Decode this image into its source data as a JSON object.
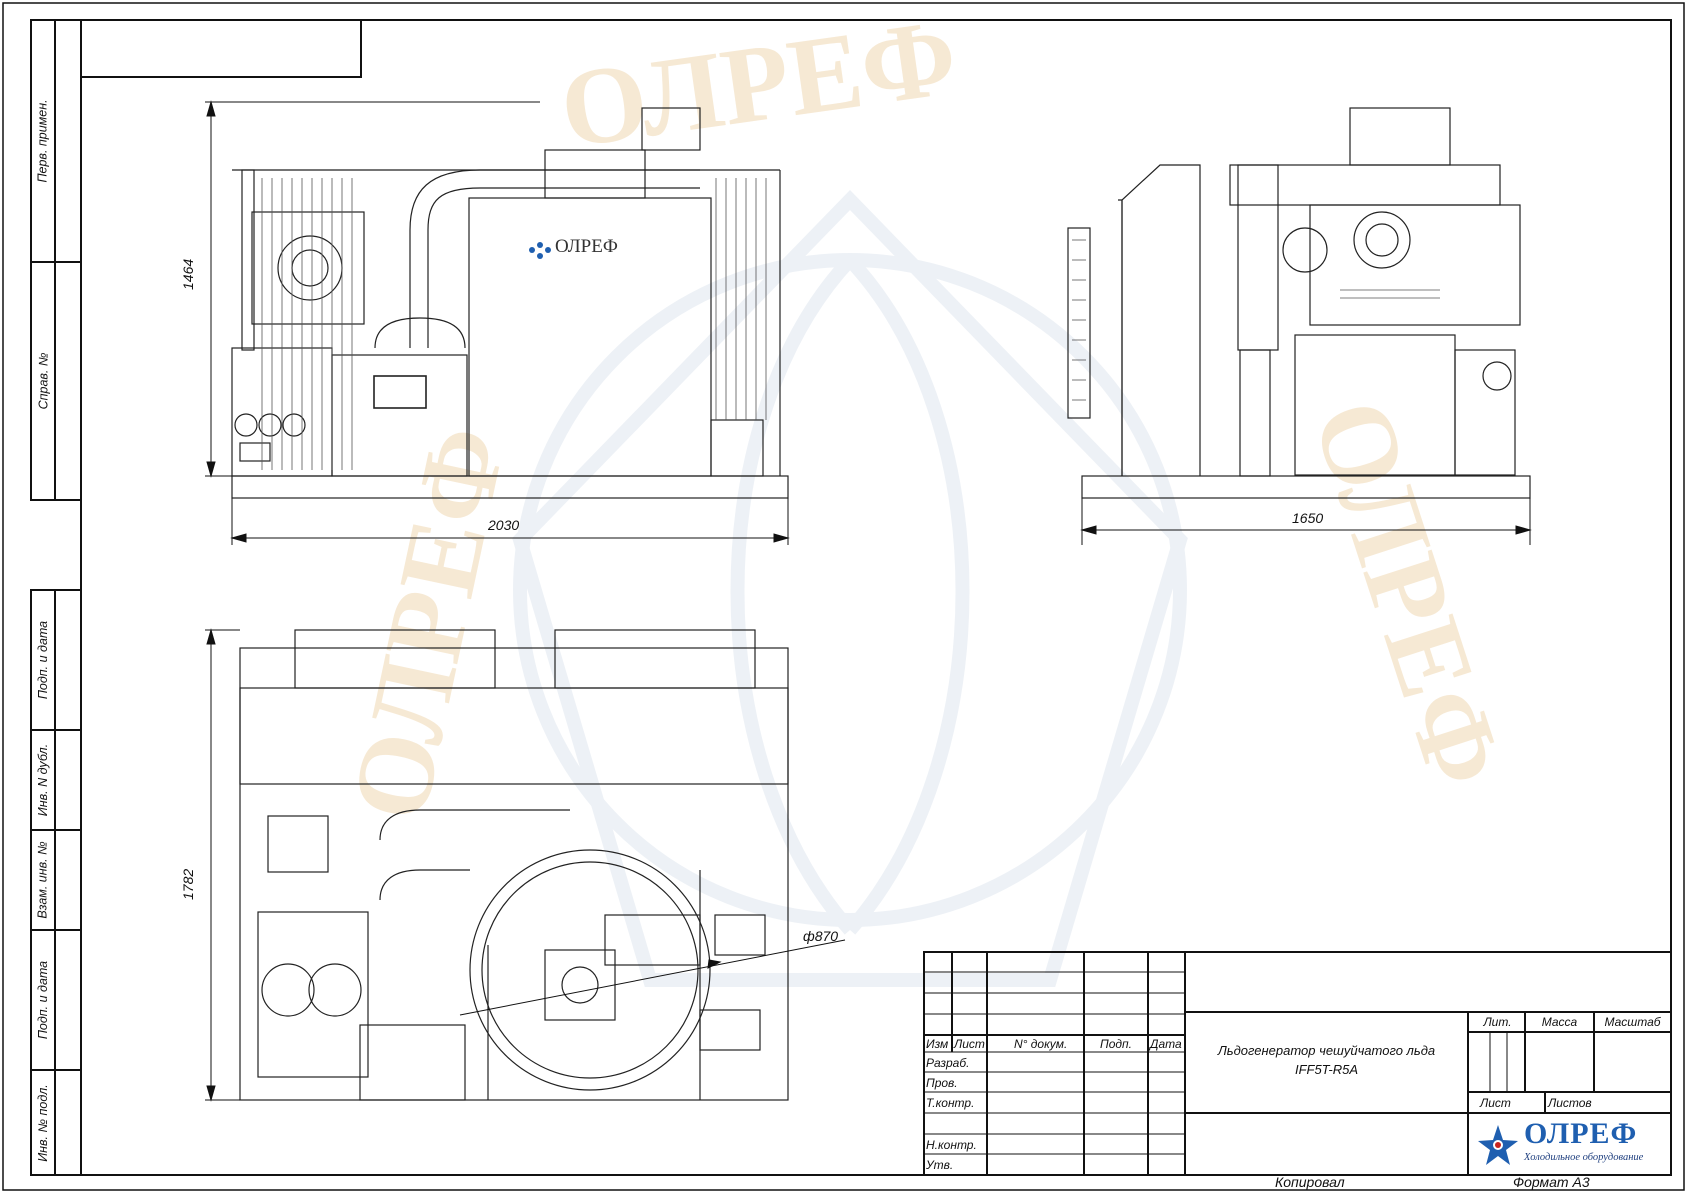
{
  "drawing": {
    "title_line1": "Льдогенератор чешуйчатого льда",
    "title_line2": "IFF5T-R5A",
    "copied_by": "Копировал",
    "format": "Формат А3",
    "brand_logo_text": "ОЛРЕФ",
    "brand_tagline": "Холодильное оборудование",
    "panel_logo_text": "ОЛРЕФ"
  },
  "dimensions": {
    "front_height": "1464",
    "front_width": "2030",
    "side_width": "1650",
    "top_depth": "1782",
    "drum_diameter": "ф870"
  },
  "side_stamp": {
    "top_column": [
      "Перв. примен.",
      "Справ. №"
    ],
    "bottom_column": [
      "Подп. и дата",
      "Инв. N дубл.",
      "Взам. инв. №",
      "Подп. и дата",
      "Инв. № подл."
    ]
  },
  "title_block": {
    "headers": [
      "Изм",
      "Лист",
      "N° докум.",
      "Подп.",
      "Дата"
    ],
    "rows": [
      "Разраб.",
      "Пров.",
      "Т.контр.",
      "Н.контр.",
      "Утв."
    ],
    "right_headers": [
      "Лит.",
      "Масса",
      "Масштаб"
    ],
    "sheet_labels": [
      "Лист",
      "Листов"
    ]
  },
  "watermark": {
    "text": "ОЛРЕФ"
  },
  "colors": {
    "line": "#111111",
    "watermark": "#f4e2c6",
    "logo_blue": "#1f5fb0",
    "logo_red": "#c8241f"
  }
}
